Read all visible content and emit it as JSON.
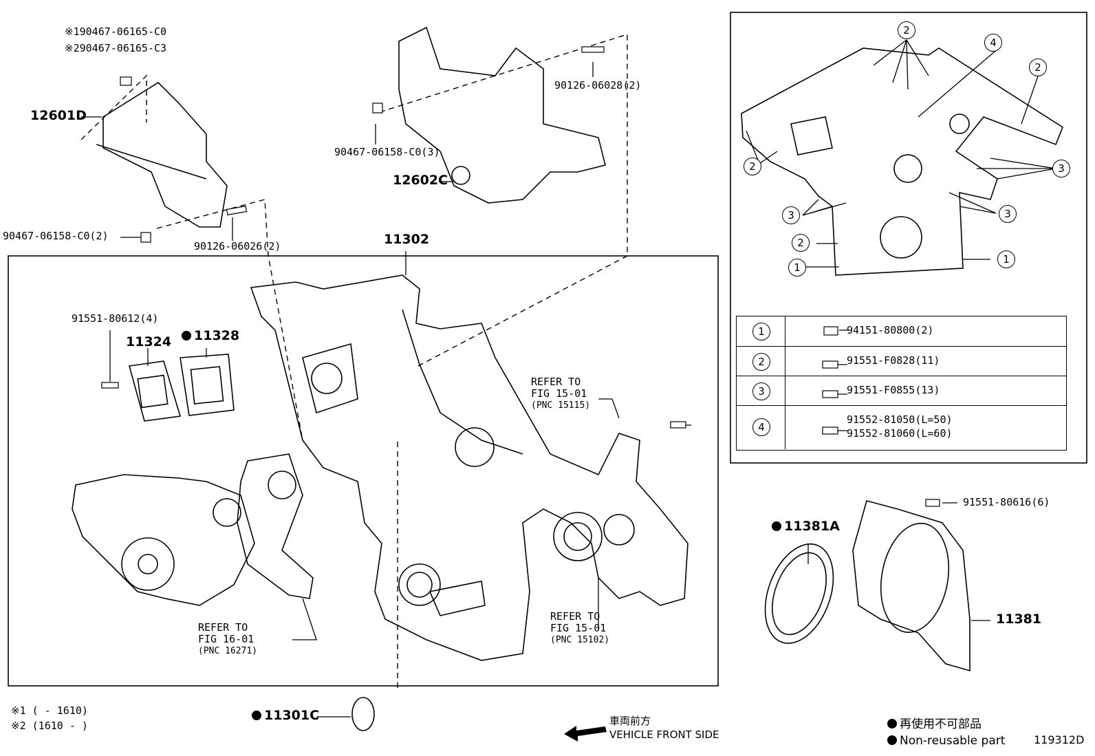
{
  "labels": {
    "bolt_note1": "※190467-06165-C0",
    "bolt_note2": "※290467-06165-C3",
    "p12601D": "12601D",
    "p12602C": "12602C",
    "p90126_06028": "90126-06028(2)",
    "p90467_06158_3": "90467-06158-C0(3)",
    "p90467_06158_2": "90467-06158-C0(2)",
    "p90126_06026": "90126-06026(2)",
    "p11302": "11302",
    "p91551_80612": "91551-80612(4)",
    "p11324": "11324",
    "p11328": "11328",
    "refer_15_01_a": [
      "REFER TO",
      "FIG 15-01",
      "(PNC 15115)"
    ],
    "refer_15_01_b": [
      "REFER TO",
      "FIG 15-01",
      "(PNC 15102)"
    ],
    "refer_16_01": [
      "REFER TO",
      "FIG 16-01",
      "(PNC 16271)"
    ],
    "p91551_80616": "91551-80616(6)",
    "p11381A": "11381A",
    "p11381": "11381",
    "p11301C": "11301C",
    "foot1": "※1 (        - 1610)",
    "foot2": "※2 (1610 -        )",
    "front_jp": "車両前方",
    "front_en": "VEHICLE FRONT SIDE",
    "legend_jp": "再使用不可部品",
    "legend_en": "Non-reusable part",
    "fig_id": "119312D"
  },
  "callouts": [
    "1",
    "2",
    "3",
    "4"
  ],
  "bolt_table": [
    {
      "num": "1",
      "part": "94151-80800(2)"
    },
    {
      "num": "2",
      "part": "91551-F0828(11)"
    },
    {
      "num": "3",
      "part": "91551-F0855(13)"
    },
    {
      "num": "4",
      "part": "91552-81050(L=50)\n91552-81060(L=60)"
    }
  ]
}
